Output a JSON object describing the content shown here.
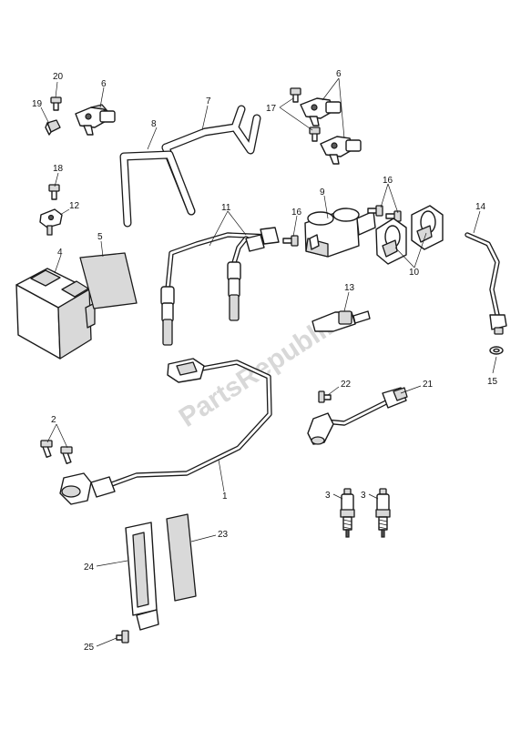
{
  "watermark": "PartsRepublik",
  "callouts": {
    "c1": "1",
    "c2": "2",
    "c3a": "3",
    "c3b": "3",
    "c4": "4",
    "c5": "5",
    "c6a": "6",
    "c6b": "6",
    "c7": "7",
    "c8": "8",
    "c9": "9",
    "c10": "10",
    "c11": "11",
    "c12": "12",
    "c13": "13",
    "c14": "14",
    "c15": "15",
    "c16a": "16",
    "c16b": "16",
    "c17": "17",
    "c18": "18",
    "c19": "19",
    "c20": "20",
    "c21": "21",
    "c22": "22",
    "c23": "23",
    "c24": "24",
    "c25": "25"
  }
}
